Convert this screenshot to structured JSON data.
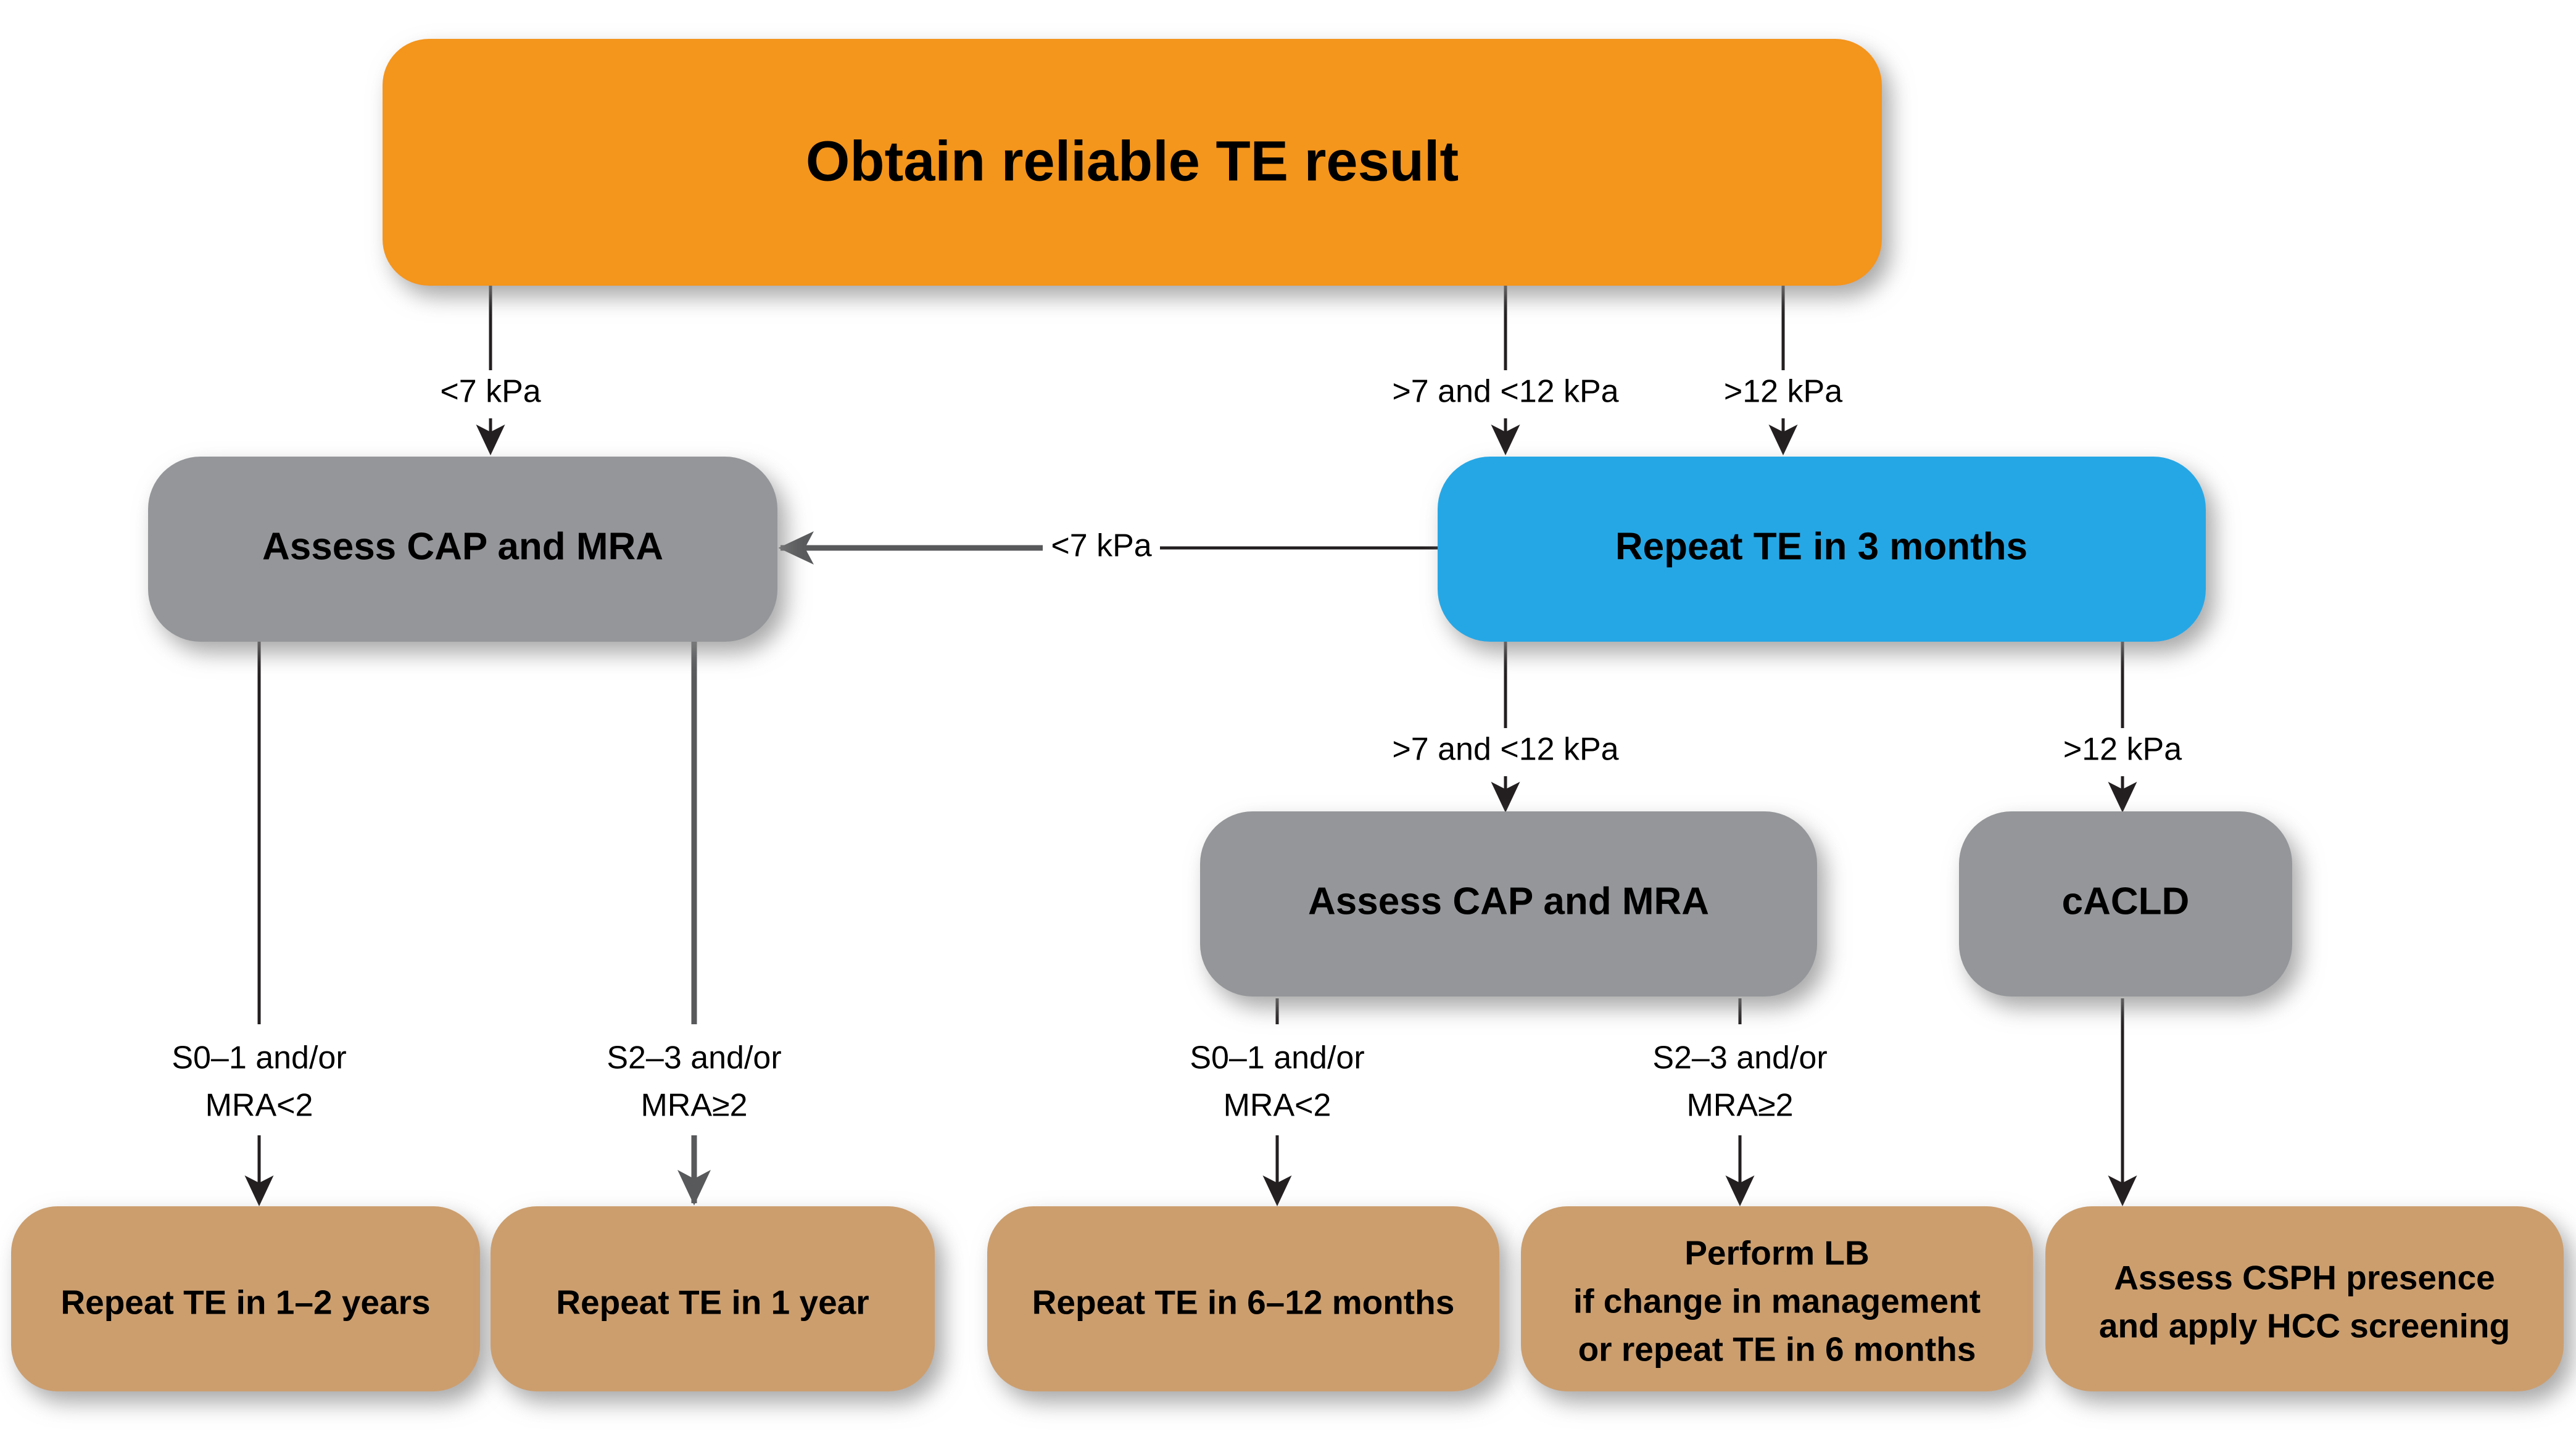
{
  "diagram": {
    "title_node": {
      "id": "obtain-te",
      "label": "Obtain reliable TE result",
      "color": "#F4951F"
    },
    "colors": {
      "orange": "#F4951F",
      "blue": "#28A7E5",
      "gray": "#949699",
      "brown": "#CC9E6E",
      "line": "#231f20",
      "text": "#000000",
      "background": "#FFFFFF"
    },
    "nodes": {
      "assess_left": {
        "label": "Assess CAP and MRA",
        "color": "#949699"
      },
      "repeat_te_3m": {
        "label": "Repeat TE in 3 months",
        "color": "#28A7E5"
      },
      "assess_mid": {
        "label": "Assess CAP and MRA",
        "color": "#949699"
      },
      "cacld": {
        "label": "cACLD",
        "color": "#949699"
      },
      "out_1_2_years": {
        "label": "Repeat TE in 1–2 years",
        "color": "#CC9E6E"
      },
      "out_1_year": {
        "label": "Repeat TE in 1 year",
        "color": "#CC9E6E"
      },
      "out_6_12_months": {
        "label": "Repeat TE in 6–12 months",
        "color": "#CC9E6E"
      },
      "out_perform_lb": {
        "line1": "Perform LB",
        "line2": "if change in management",
        "line3": "or repeat TE in 6 months",
        "color": "#CC9E6E"
      },
      "out_csph": {
        "line1": "Assess CSPH presence",
        "line2": "and apply HCC screening",
        "color": "#CC9E6E"
      }
    },
    "edge_labels": {
      "lt7_top": "<7 kPa",
      "gt7_lt12_top": ">7 and <12 kPa",
      "gt12_top": ">12 kPa",
      "lt7_feedback": "<7 kPa",
      "gt7_lt12_mid": ">7 and <12 kPa",
      "gt12_mid": ">12 kPa",
      "s01_a_line1": "S0–1 and/or",
      "s01_a_line2": "MRA<2",
      "s23_a_line1": "S2–3 and/or",
      "s23_a_line2": "MRA≥2",
      "s01_b_line1": "S0–1 and/or",
      "s01_b_line2": "MRA<2",
      "s23_b_line1": "S2–3 and/or",
      "s23_b_line2": "MRA≥2"
    }
  }
}
